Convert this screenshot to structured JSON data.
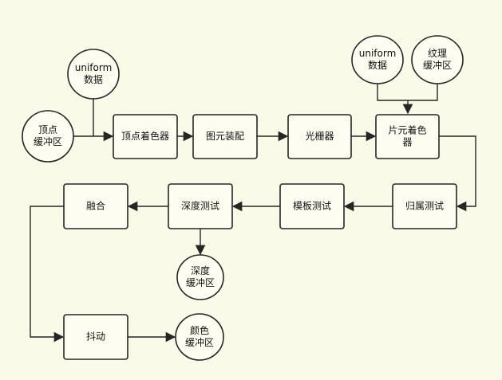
{
  "diagram": {
    "nodes": {
      "vertex_buffer": [
        "顶点",
        "缓冲区"
      ],
      "uniform_1": [
        "uniform",
        "数据"
      ],
      "vertex_shader": [
        "顶点着色器"
      ],
      "primitive_assembly": [
        "图元装配"
      ],
      "rasterizer": [
        "光栅器"
      ],
      "uniform_2": [
        "uniform",
        "数据"
      ],
      "texture_buffer": [
        "纹理",
        "缓冲区"
      ],
      "fragment_shader": [
        "片元着色",
        "器"
      ],
      "ownership_test": [
        "归属测试"
      ],
      "stencil_test": [
        "模板测试"
      ],
      "depth_test": [
        "深度测试"
      ],
      "blending": [
        "融合"
      ],
      "depth_buffer": [
        "深度",
        "缓冲区"
      ],
      "dithering": [
        "抖动"
      ],
      "color_buffer": [
        "颜色",
        "缓冲区"
      ]
    }
  }
}
